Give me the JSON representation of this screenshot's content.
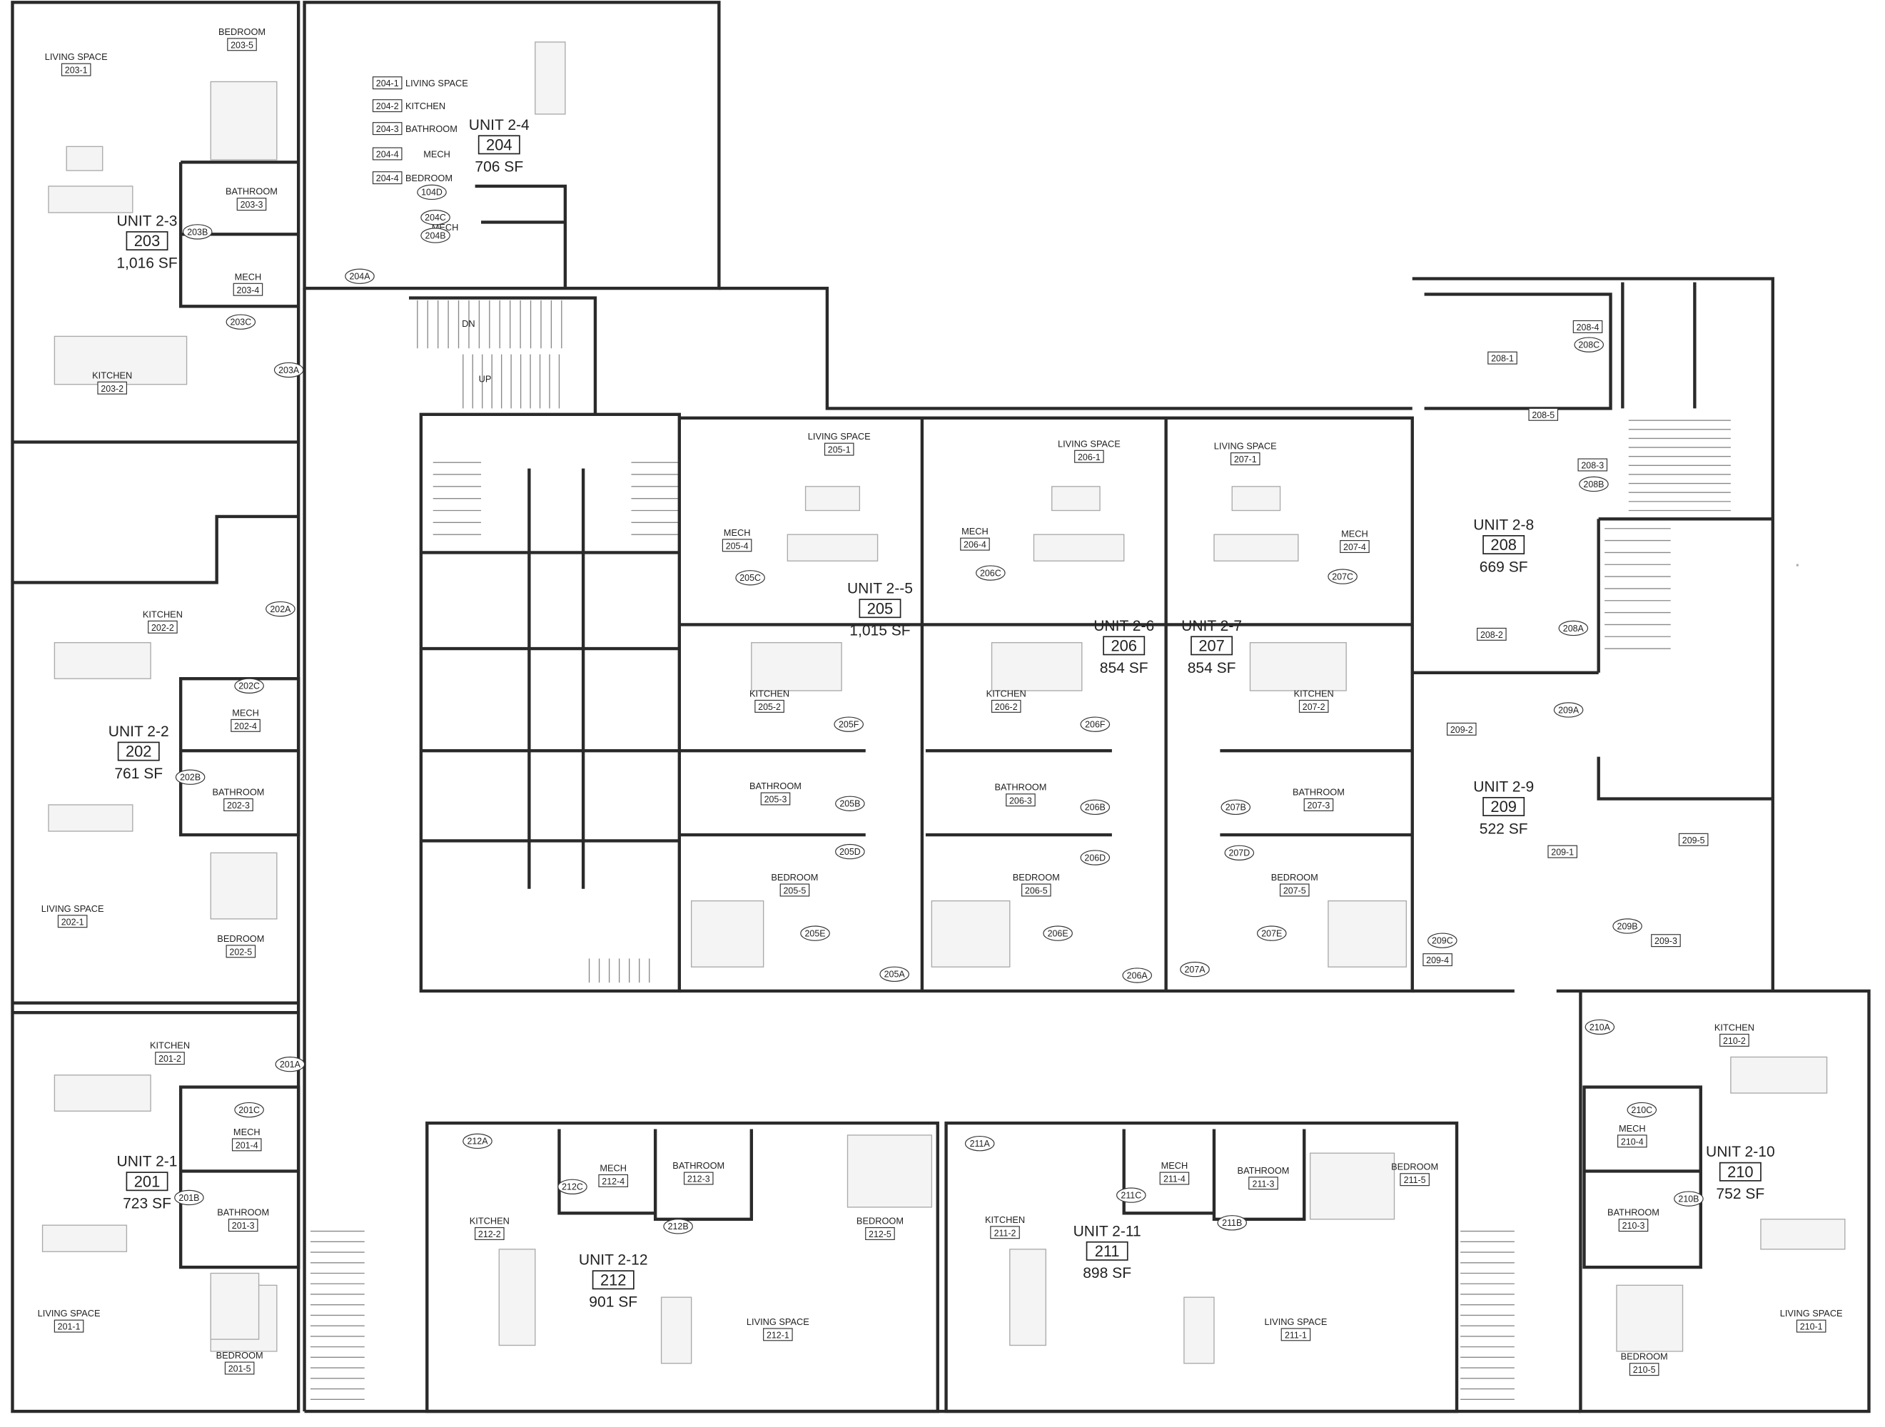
{
  "title": "Second Floor Plan",
  "units": [
    {
      "name": "UNIT 2-3",
      "number": "203",
      "area": "1,016 SF"
    },
    {
      "name": "UNIT 2-4",
      "number": "204",
      "area": "706 SF"
    },
    {
      "name": "UNIT 2--5",
      "number": "205",
      "area": "1,015 SF"
    },
    {
      "name": "UNIT 2-6",
      "number": "206",
      "area": "854 SF"
    },
    {
      "name": "UNIT 2-7",
      "number": "207",
      "area": "854 SF"
    },
    {
      "name": "UNIT 2-8",
      "number": "208",
      "area": "669 SF"
    },
    {
      "name": "UNIT 2-9",
      "number": "209",
      "area": "522 SF"
    },
    {
      "name": "UNIT 2-2",
      "number": "202",
      "area": "761 SF"
    },
    {
      "name": "UNIT 2-1",
      "number": "201",
      "area": "723 SF"
    },
    {
      "name": "UNIT 2-12",
      "number": "212",
      "area": "901 SF"
    },
    {
      "name": "UNIT 2-11",
      "number": "211",
      "area": "898 SF"
    },
    {
      "name": "UNIT 2-10",
      "number": "210",
      "area": "752 SF"
    }
  ],
  "rooms": [
    {
      "label": "LIVING SPACE",
      "code": "203-1"
    },
    {
      "label": "BEDROOM",
      "code": "203-5"
    },
    {
      "label": "BATHROOM",
      "code": "203-3"
    },
    {
      "label": "MECH",
      "code": "203-4"
    },
    {
      "label": "KITCHEN",
      "code": "203-2"
    },
    {
      "label": "LIVING SPACE",
      "code": "205-1"
    },
    {
      "label": "MECH",
      "code": "205-4"
    },
    {
      "label": "KITCHEN",
      "code": "205-2"
    },
    {
      "label": "BATHROOM",
      "code": "205-3"
    },
    {
      "label": "BEDROOM",
      "code": "205-5"
    },
    {
      "label": "LIVING SPACE",
      "code": "206-1"
    },
    {
      "label": "MECH",
      "code": "206-4"
    },
    {
      "label": "KITCHEN",
      "code": "206-2"
    },
    {
      "label": "BATHROOM",
      "code": "206-3"
    },
    {
      "label": "BEDROOM",
      "code": "206-5"
    },
    {
      "label": "LIVING SPACE",
      "code": "207-1"
    },
    {
      "label": "MECH",
      "code": "207-4"
    },
    {
      "label": "KITCHEN",
      "code": "207-2"
    },
    {
      "label": "BATHROOM",
      "code": "207-3"
    },
    {
      "label": "BEDROOM",
      "code": "207-5"
    },
    {
      "label": "",
      "code": "208-1"
    },
    {
      "label": "",
      "code": "208-4"
    },
    {
      "label": "",
      "code": "208-5"
    },
    {
      "label": "",
      "code": "208-3"
    },
    {
      "label": "",
      "code": "208-2"
    },
    {
      "label": "",
      "code": "209-2"
    },
    {
      "label": "",
      "code": "209-1"
    },
    {
      "label": "",
      "code": "209-5"
    },
    {
      "label": "",
      "code": "209-3"
    },
    {
      "label": "",
      "code": "209-4"
    },
    {
      "label": "KITCHEN",
      "code": "202-2"
    },
    {
      "label": "MECH",
      "code": "202-4"
    },
    {
      "label": "BATHROOM",
      "code": "202-3"
    },
    {
      "label": "LIVING SPACE",
      "code": "202-1"
    },
    {
      "label": "BEDROOM",
      "code": "202-5"
    },
    {
      "label": "KITCHEN",
      "code": "201-2"
    },
    {
      "label": "MECH",
      "code": "201-4"
    },
    {
      "label": "BATHROOM",
      "code": "201-3"
    },
    {
      "label": "LIVING SPACE",
      "code": "201-1"
    },
    {
      "label": "BEDROOM",
      "code": "201-5"
    },
    {
      "label": "MECH",
      "code": "212-4"
    },
    {
      "label": "BATHROOM",
      "code": "212-3"
    },
    {
      "label": "KITCHEN",
      "code": "212-2"
    },
    {
      "label": "BEDROOM",
      "code": "212-5"
    },
    {
      "label": "LIVING SPACE",
      "code": "212-1"
    },
    {
      "label": "MECH",
      "code": "211-4"
    },
    {
      "label": "BATHROOM",
      "code": "211-3"
    },
    {
      "label": "KITCHEN",
      "code": "211-2"
    },
    {
      "label": "BEDROOM",
      "code": "211-5"
    },
    {
      "label": "LIVING SPACE",
      "code": "211-1"
    },
    {
      "label": "KITCHEN",
      "code": "210-2"
    },
    {
      "label": "MECH",
      "code": "210-4"
    },
    {
      "label": "BATHROOM",
      "code": "210-3"
    },
    {
      "label": "LIVING SPACE",
      "code": "210-1"
    },
    {
      "label": "BEDROOM",
      "code": "210-5"
    }
  ],
  "unit204_schedule": [
    {
      "code": "204-1",
      "label": "LIVING SPACE"
    },
    {
      "code": "204-2",
      "label": "KITCHEN"
    },
    {
      "code": "204-3",
      "label": "BATHROOM"
    },
    {
      "code": "204-4",
      "label": "MECH"
    },
    {
      "code": "204-4",
      "label": "BEDROOM"
    }
  ],
  "unit204_extra_label": "MECH",
  "door_tags": [
    "203B",
    "203C",
    "203A",
    "204A",
    "104D",
    "204C",
    "204B",
    "202A",
    "202C",
    "202B",
    "201A",
    "201C",
    "201B",
    "205C",
    "205F",
    "205B",
    "205D",
    "205E",
    "205A",
    "206C",
    "206F",
    "206B",
    "206D",
    "206E",
    "206A",
    "207C",
    "207B",
    "207D",
    "207E",
    "207A",
    "208C",
    "208B",
    "208A",
    "209A",
    "209C",
    "209B",
    "210A",
    "210C",
    "210B",
    "212A",
    "212C",
    "212B",
    "211A",
    "211C",
    "211B"
  ],
  "stair_labels": {
    "down": "DN",
    "up": "UP"
  }
}
